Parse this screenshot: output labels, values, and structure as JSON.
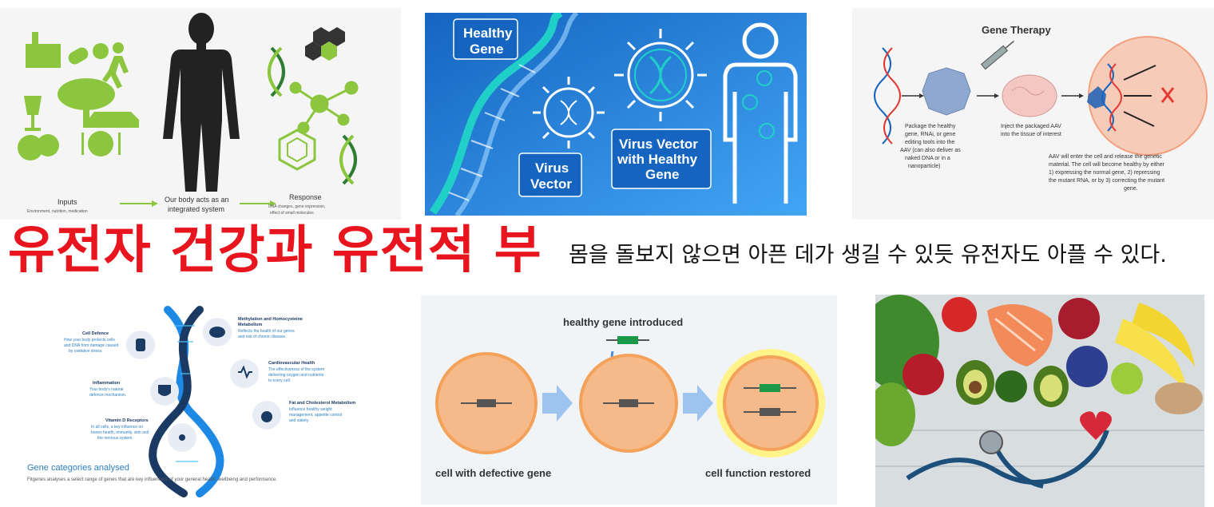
{
  "title": {
    "main": "유전자 건강과 유전적 부",
    "sub": "몸을 돌보지 않으면 아픈 데가 생길 수 있듯 유전자도 아플 수 있다."
  },
  "colors": {
    "title_red": "#e8141e",
    "green": "#8cc63f",
    "blue": "#1e88e5",
    "cyan": "#20d0c8",
    "orange": "#f6b98a"
  },
  "panel1": {
    "inputs": "Inputs",
    "inputs_sub": "Environment, nutrition, medication",
    "body_label_1": "Our body acts as an",
    "body_label_2": "integrated system",
    "response": "Response",
    "response_sub_1": "DNA changes, gene expression,",
    "response_sub_2": "effect of small molecules"
  },
  "panel2": {
    "healthy_gene_1": "Healthy",
    "healthy_gene_2": "Gene",
    "virus_vector_1": "Virus",
    "virus_vector_2": "Vector",
    "vv_healthy_1": "Virus Vector",
    "vv_healthy_2": "with Healthy",
    "vv_healthy_3": "Gene"
  },
  "panel3": {
    "title": "Gene Therapy",
    "step1": [
      "Package the healthy",
      "gene, RNAi, or gene",
      "editing tools into the",
      "AAV (can also deliver as",
      "naked DNA or in a",
      "nanoparticle)"
    ],
    "step2": [
      "Inject the packaged AAV",
      "into the tissue of interest"
    ],
    "step3": [
      "AAV will enter the cell and release the genetic",
      "material. The cell will become healthy by either",
      "1) expressing the normal gene, 2) repressing",
      "the mutant RNA, or by 3) correcting the mutant",
      "gene."
    ]
  },
  "panel4": {
    "cell_defence": "Cell Defence",
    "cell_defence_sub": [
      "How your body protects cells",
      "and DNA from damage caused",
      "by oxidative stress."
    ],
    "methylation": "Methylation and Homocysteine",
    "methylation_2": "Metabolism",
    "methylation_sub": [
      "Reflects the health of our genes",
      "and risk of chronic disease."
    ],
    "inflammation": "Inflammation",
    "inflammation_sub": [
      "Your body's natural",
      "defence mechanism."
    ],
    "cardio": "Cardiovascular Health",
    "cardio_sub": [
      "The effectiveness of the system",
      "delivering oxygen and nutrients",
      "to every cell."
    ],
    "fat": "Fat and Cholesterol Metabolism",
    "fat_sub": [
      "Influence healthy weight",
      "management, appetite control",
      "and satiety."
    ],
    "vitd": "Vitamin D Receptors",
    "vitd_sub": [
      "In all cells, a key influence on",
      "bones health, immunity, skin and",
      "the nervous system."
    ],
    "footer_title": "Gene categories analysed",
    "footer_sub": "Fitgenes analyses a select range of genes that are key influencers of your general health, wellbeing and performance."
  },
  "panel5": {
    "top_label": "healthy gene introduced",
    "left_label": "cell with defective gene",
    "right_label": "cell function restored"
  }
}
